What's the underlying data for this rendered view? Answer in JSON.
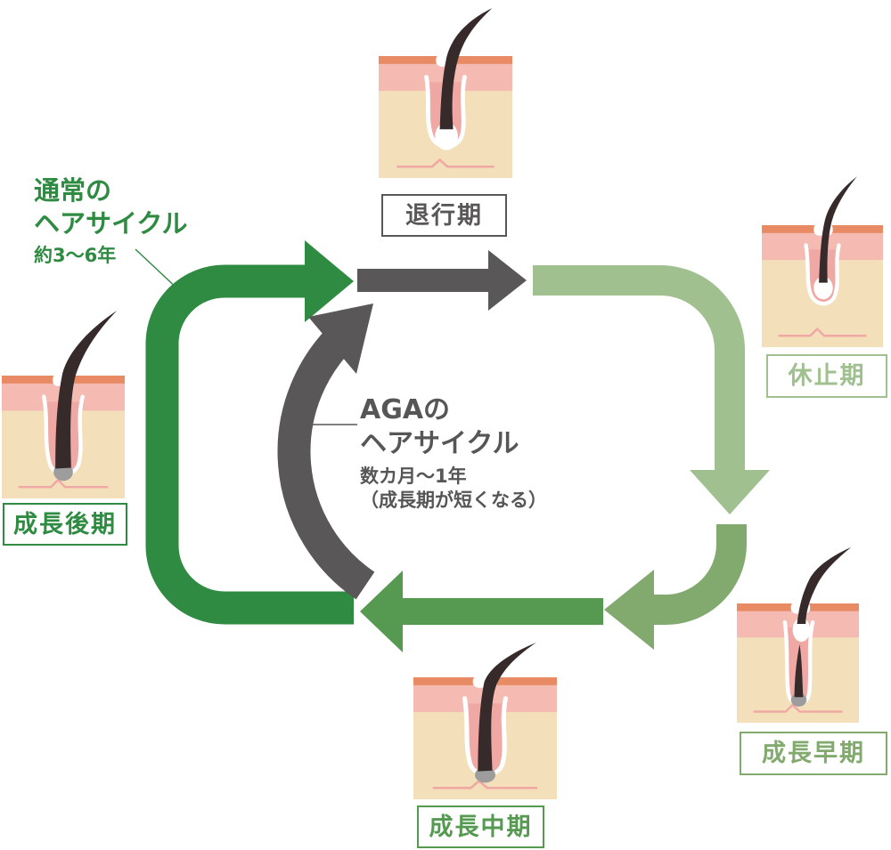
{
  "diagram": {
    "normal_cycle": {
      "title_line1": "通常の",
      "title_line2": "ヘアサイクル",
      "duration": "約3〜6年"
    },
    "aga_cycle": {
      "title_line1": "AGAの",
      "title_line2": "ヘアサイクル",
      "duration": "数カ月〜1年",
      "note": "（成長期が短くなる）"
    },
    "stages": [
      {
        "id": "catagen",
        "label": "退行期"
      },
      {
        "id": "telogen",
        "label": "休止期"
      },
      {
        "id": "early-anagen",
        "label": "成長早期"
      },
      {
        "id": "mid-anagen",
        "label": "成長中期"
      },
      {
        "id": "late-anagen",
        "label": "成長後期"
      }
    ]
  },
  "colors": {
    "green_dark": "#2e8b41",
    "green_mid": "#569a51",
    "green_midlight": "#82aa6e",
    "green_light": "#a0c08f",
    "gray_arrow": "#595757",
    "gray_text": "#565656",
    "skin_beige": "#f3dfba",
    "skin_pink": "#f5bab2",
    "skin_orange": "#e88a64",
    "follicle_pink": "#f0a8a4",
    "hair_dark": "#362a2b",
    "papilla_gray": "#9d9d9d",
    "background": "#ffffff"
  }
}
